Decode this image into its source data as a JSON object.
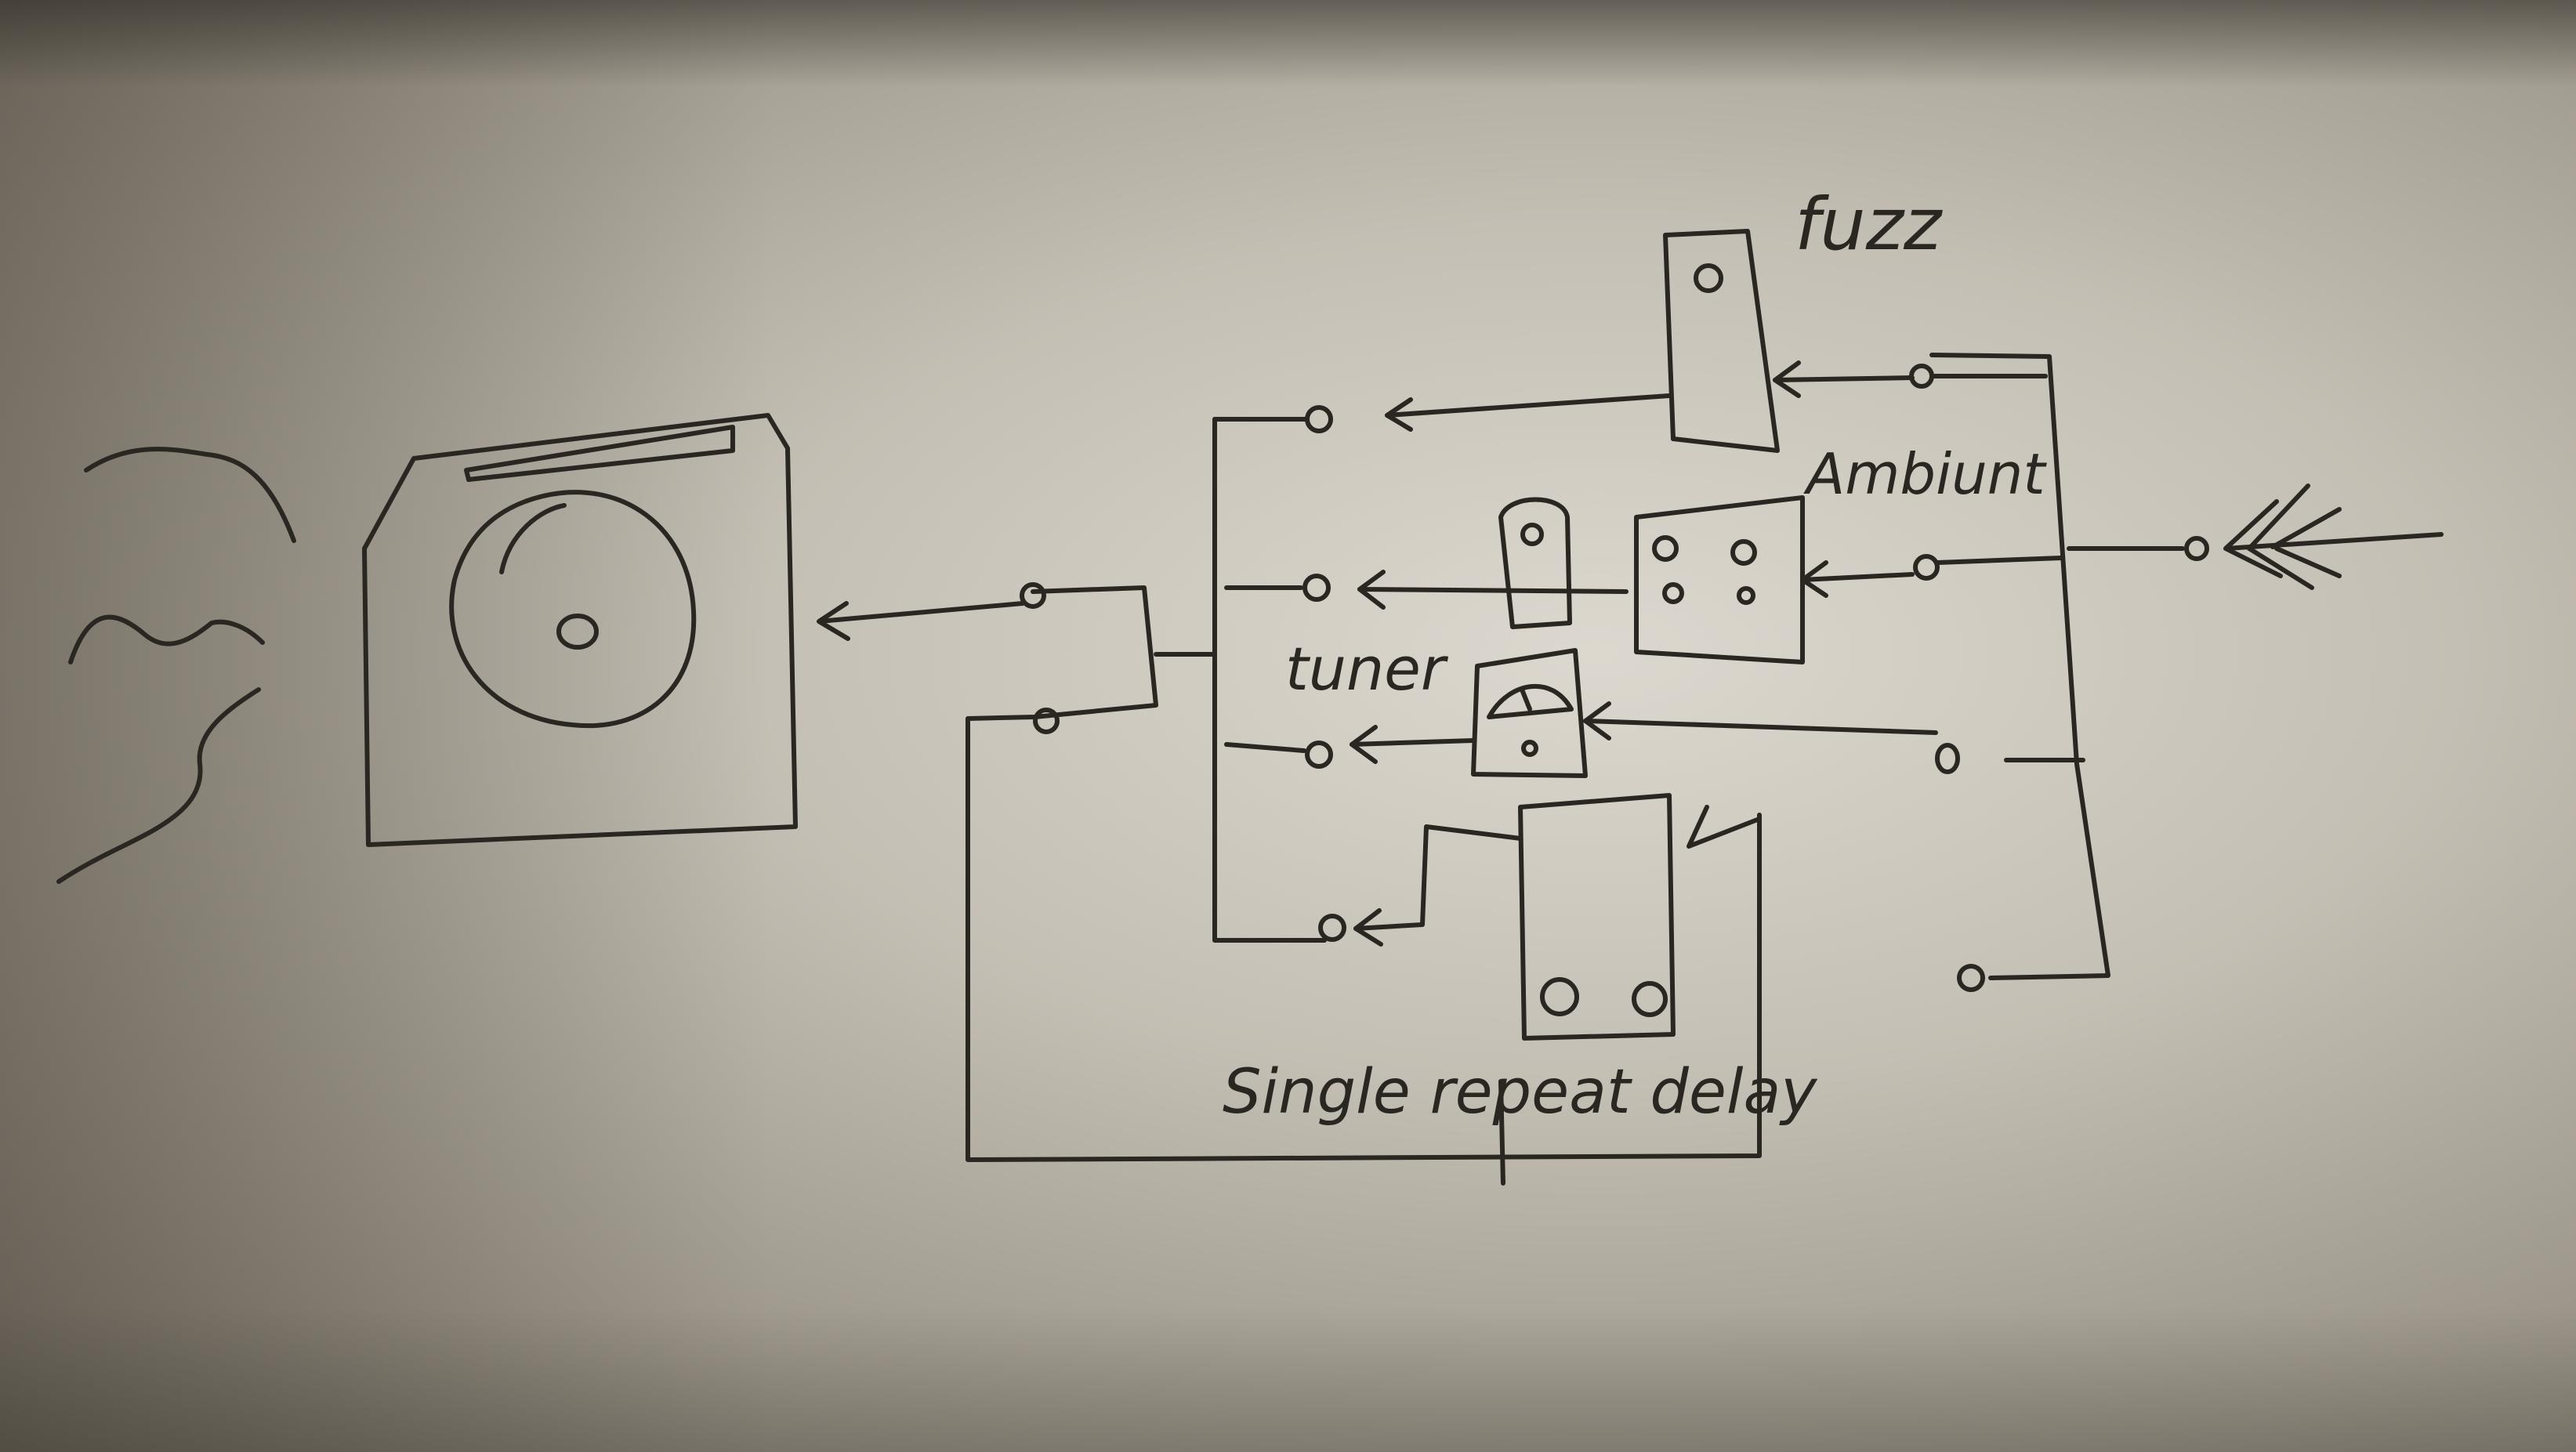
{
  "diagram": {
    "labels": {
      "fuzz": "fuzz",
      "ambient": "Ambiunt",
      "tuner": "tuner",
      "delay": "Single repeat delay"
    }
  }
}
